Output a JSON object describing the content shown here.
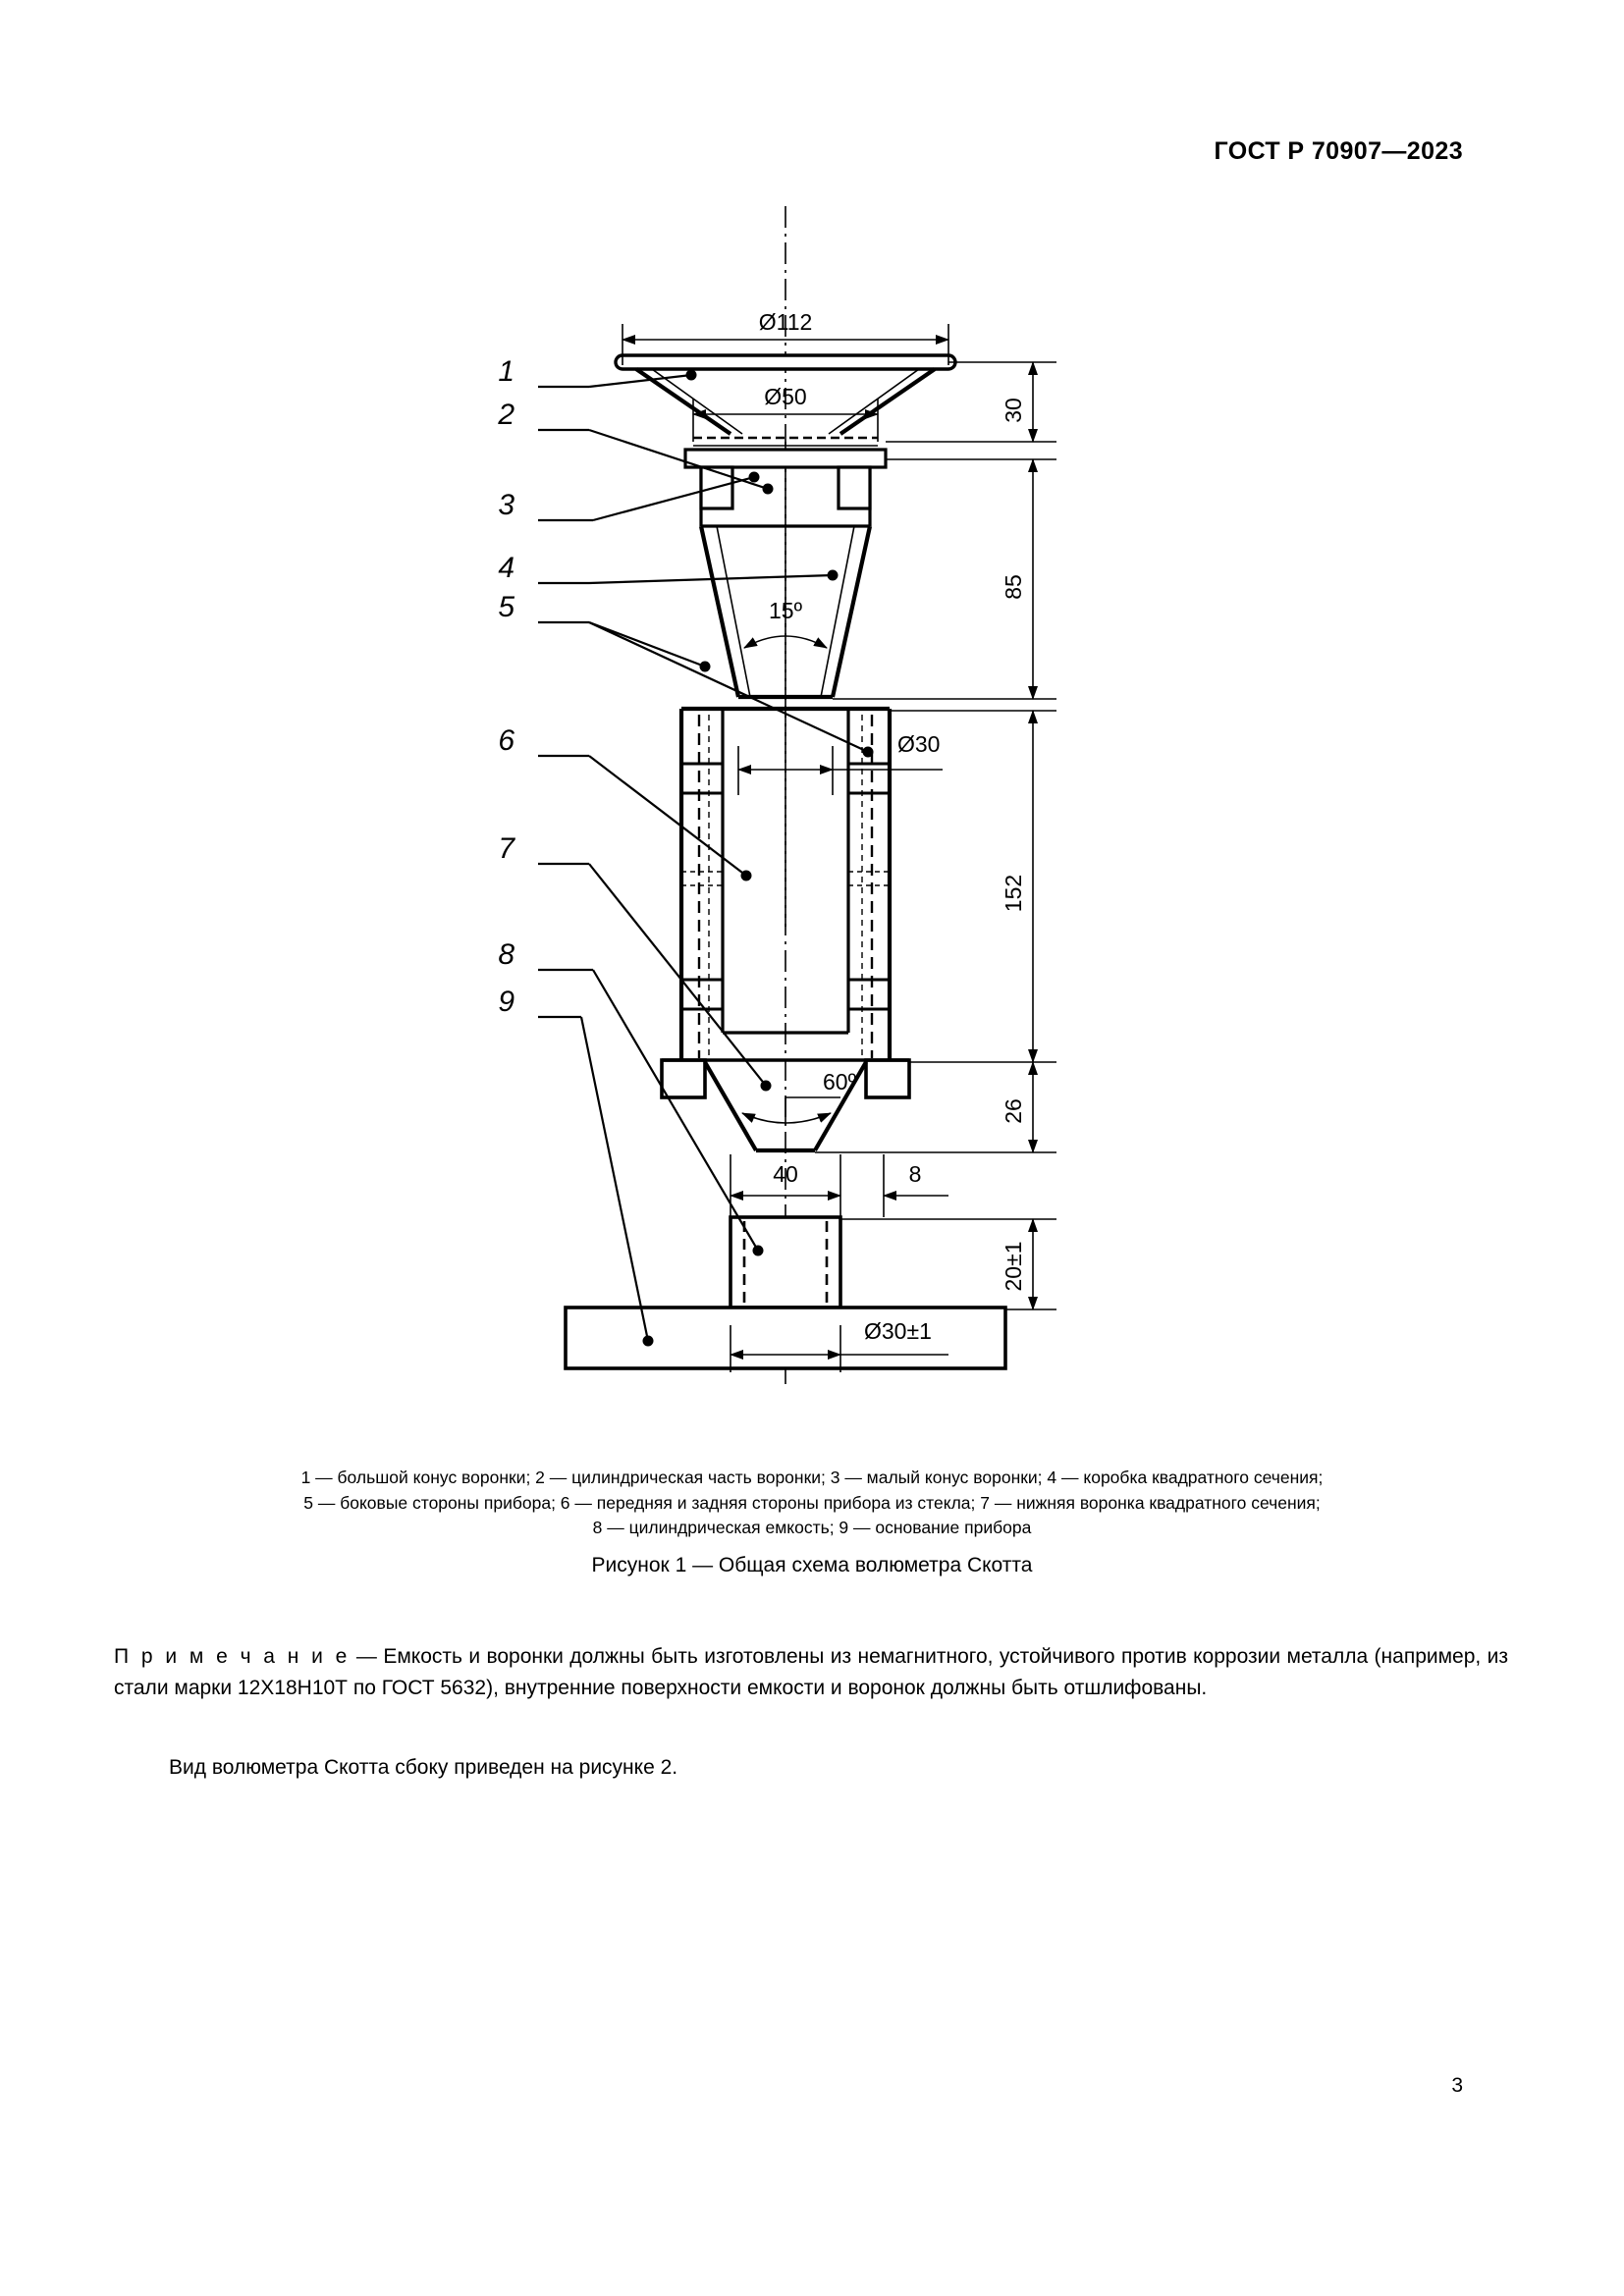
{
  "header": {
    "standard_number": "ГОСТ Р 70907—2023"
  },
  "page_number": "3",
  "figure": {
    "caption": "Рисунок 1 — Общая схема волюметра Скотта",
    "callouts": [
      {
        "id": "1",
        "label": "1"
      },
      {
        "id": "2",
        "label": "2"
      },
      {
        "id": "3",
        "label": "3"
      },
      {
        "id": "4",
        "label": "4"
      },
      {
        "id": "5",
        "label": "5"
      },
      {
        "id": "6",
        "label": "6"
      },
      {
        "id": "7",
        "label": "7"
      },
      {
        "id": "8",
        "label": "8"
      },
      {
        "id": "9",
        "label": "9"
      }
    ],
    "dimensions": {
      "d112": "Ø112",
      "d50": "Ø50",
      "h30": "30",
      "h85": "85",
      "angle15": "15º",
      "d30": "Ø30",
      "h152": "152",
      "angle60": "60º",
      "h26": "26",
      "w40": "40",
      "w8": "8",
      "h20": "20±1",
      "d30tol": "Ø30±1"
    },
    "legend_line1": "1 — большой конус воронки; 2 — цилиндрическая часть воронки; 3 — малый конус воронки; 4 — коробка квадратного сечения;",
    "legend_line2": "5 — боковые стороны прибора; 6 — передняя и задняя стороны прибора из стекла; 7 — нижняя воронка квадратного сечения;",
    "legend_line3": "8 — цилиндрическая емкость; 9 — основание прибора",
    "legend_items": [
      {
        "num": "1",
        "text": "большой конус воронки"
      },
      {
        "num": "2",
        "text": "цилиндрическая часть воронки"
      },
      {
        "num": "3",
        "text": "малый конус воронки"
      },
      {
        "num": "4",
        "text": "коробка квадратного сечения"
      },
      {
        "num": "5",
        "text": "боковые стороны прибора"
      },
      {
        "num": "6",
        "text": "передняя и задняя стороны прибора из стекла"
      },
      {
        "num": "7",
        "text": "нижняя воронка квадратного сечения"
      },
      {
        "num": "8",
        "text": "цилиндрическая емкость"
      },
      {
        "num": "9",
        "text": "основание прибора"
      }
    ]
  },
  "note": {
    "lead": "П р и м е ч а н и е",
    "dash": " — ",
    "text": "Емкость и воронки должны быть изготовлены из немагнитного, устойчивого против коррозии металла (например, из стали марки 12Х18Н10Т по ГОСТ 5632), внутренние поверхности емкости и воронок должны быть отшлифованы."
  },
  "paragraph": {
    "text": "Вид волюметра Скотта сбоку приведен на рисунке 2."
  },
  "colors": {
    "ink": "#000000",
    "paper": "#ffffff"
  }
}
